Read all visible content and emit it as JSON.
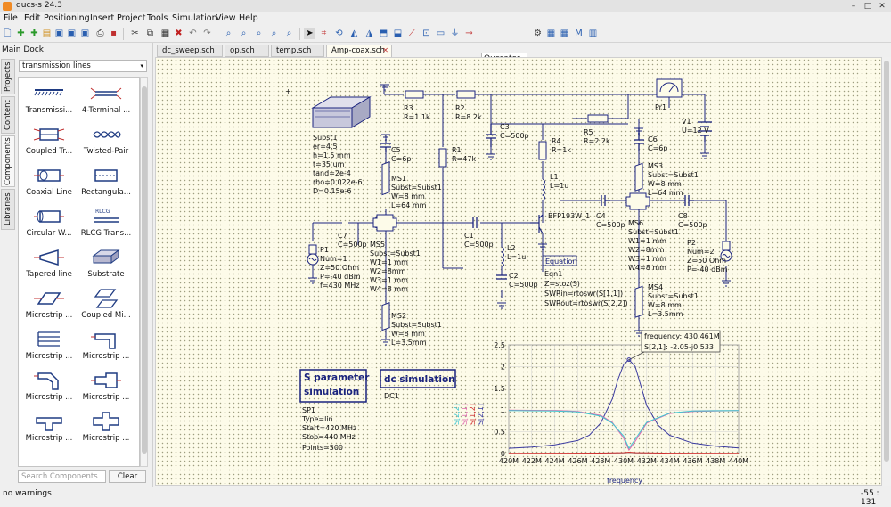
{
  "window": {
    "title": "qucs-s 24.3"
  },
  "menu": [
    "File",
    "Edit",
    "Positioning",
    "Insert",
    "Project",
    "Tools",
    "Simulation",
    "View",
    "Help"
  ],
  "toolbar": {
    "simulator": "Qucsator"
  },
  "dock": {
    "title": "Main Dock",
    "side_tabs": [
      "Projects",
      "Content",
      "Components",
      "Libraries"
    ],
    "category": "transmission lines",
    "components": [
      {
        "label": "Transmissi...",
        "icon": "transmission-line-icon"
      },
      {
        "label": "4-Terminal ...",
        "icon": "four-terminal-line-icon"
      },
      {
        "label": "Coupled Tr...",
        "icon": "coupled-transmission-line-icon"
      },
      {
        "label": "Twisted-Pair",
        "icon": "twisted-pair-icon"
      },
      {
        "label": "Coaxial Line",
        "icon": "coaxial-line-icon"
      },
      {
        "label": "Rectangula...",
        "icon": "rectangular-waveguide-icon"
      },
      {
        "label": "Circular W...",
        "icon": "circular-waveguide-icon"
      },
      {
        "label": "RLCG Trans...",
        "icon": "rlcg-transmission-icon"
      },
      {
        "label": "Tapered line",
        "icon": "tapered-line-icon"
      },
      {
        "label": "Substrate",
        "icon": "substrate-icon"
      },
      {
        "label": "Microstrip ...",
        "icon": "microstrip-line-icon"
      },
      {
        "label": "Coupled Mi...",
        "icon": "coupled-microstrip-icon"
      },
      {
        "label": "Microstrip ...",
        "icon": "microstrip-lange-icon"
      },
      {
        "label": "Microstrip ...",
        "icon": "microstrip-corner-icon"
      },
      {
        "label": "Microstrip ...",
        "icon": "microstrip-mitered-bend-icon"
      },
      {
        "label": "Microstrip ...",
        "icon": "microstrip-step-icon"
      },
      {
        "label": "Microstrip ...",
        "icon": "microstrip-tee-icon"
      },
      {
        "label": "Microstrip ...",
        "icon": "microstrip-cross-icon"
      }
    ],
    "search_placeholder": "Search Components",
    "clear_label": "Clear"
  },
  "tabs": [
    {
      "label": "dc_sweep.sch",
      "active": false
    },
    {
      "label": "op.sch",
      "active": false
    },
    {
      "label": "temp.sch",
      "active": false
    },
    {
      "label": "Amp-coax.sch",
      "active": true
    }
  ],
  "schematic": {
    "substrate": [
      "Subst1",
      "er=4.5",
      "h=1.5 mm",
      "t=35 um",
      "tand=2e-4",
      "rho=0.022e-6",
      "D=0.15e-6"
    ],
    "r3": [
      "R3",
      "R=1.1k"
    ],
    "r2": [
      "R2",
      "R=8.2k"
    ],
    "r1": [
      "R1",
      "R=47k"
    ],
    "c3": [
      "C3",
      "C=500p"
    ],
    "r4": [
      "R4",
      "R=1k"
    ],
    "r5": [
      "R5",
      "R=2.2k"
    ],
    "pr1": "Pr1",
    "v1": [
      "V1",
      "U=12 V"
    ],
    "c5": [
      "C5",
      "C=6p"
    ],
    "ms1": [
      "MS1",
      "Subst=Subst1",
      "W=8 mm",
      "L=64 mm"
    ],
    "c7": [
      "C7",
      "C=500p"
    ],
    "p1": [
      "P1",
      "Num=1",
      "Z=50 Ohm",
      "P=-40 dBm",
      "f=430 MHz"
    ],
    "ms5": [
      "MS5",
      "Subst=Subst1",
      "W1=1 mm",
      "W2=8mm",
      "W3=1 mm",
      "W4=8 mm"
    ],
    "ms2": [
      "MS2",
      "Subst=Subst1",
      "W=8 mm",
      "L=3.5mm"
    ],
    "c1": [
      "C1",
      "C=500p"
    ],
    "l2": [
      "L2",
      "L=1u"
    ],
    "c2": [
      "C2",
      "C=500p"
    ],
    "l1": [
      "L1",
      "L=1u"
    ],
    "transistor": "BFP193W_1",
    "c4": [
      "C4",
      "C=500p"
    ],
    "c6": [
      "C6",
      "C=6p"
    ],
    "ms3": [
      "MS3",
      "Subst=Subst1",
      "W=8 mm",
      "L=64 mm"
    ],
    "c8": [
      "C8",
      "C=500p"
    ],
    "ms6": [
      "MS6",
      "Subst=Subst1",
      "W1=1 mm",
      "W2=8mm",
      "W3=1 mm",
      "W4=8 mm"
    ],
    "p2": [
      "P2",
      "Num=2",
      "Z=50 Ohm",
      "P=-40 dBm"
    ],
    "ms4": [
      "MS4",
      "Subst=Subst1",
      "W=8 mm",
      "L=3.5mm"
    ],
    "equation": [
      "Equation",
      "Eqn1",
      "Z=stoz(S)",
      "SWRin=rtoswr(S[1,1])",
      "SWRout=rtoswr(S[2,2])"
    ],
    "sp_block": {
      "title": [
        "S parameter",
        "simulation"
      ],
      "lines": [
        "SP1",
        "Type=lin",
        "Start=420 MHz",
        "Stop=440 MHz",
        "Points=500"
      ]
    },
    "dc_block": {
      "title": "dc simulation",
      "lines": [
        "DC1"
      ]
    }
  },
  "chart_data": {
    "type": "line",
    "xlabel": "frequency",
    "ylabels": [
      "S[2,2]",
      "S[1,1]",
      "S[1,2]",
      "S[2,1]"
    ],
    "xlim": [
      420,
      440
    ],
    "ylim": [
      0,
      2.5
    ],
    "x_ticks": [
      "420M",
      "422M",
      "424M",
      "426M",
      "428M",
      "430M",
      "432M",
      "434M",
      "436M",
      "438M",
      "440M"
    ],
    "y_ticks": [
      "0",
      "0.5",
      "1",
      "1.5",
      "2",
      "2.5"
    ],
    "series": [
      {
        "name": "S[2,1]",
        "color": "#3a3aa0",
        "x": [
          420,
          422,
          424,
          426,
          427,
          428,
          429,
          429.5,
          430,
          430.46,
          431,
          431.5,
          432,
          433,
          434,
          436,
          438,
          440
        ],
        "y": [
          0.12,
          0.15,
          0.2,
          0.3,
          0.42,
          0.7,
          1.25,
          1.7,
          2.05,
          2.16,
          2.0,
          1.55,
          1.1,
          0.65,
          0.42,
          0.24,
          0.17,
          0.13
        ]
      },
      {
        "name": "S[1,1]",
        "color": "#e06ab0",
        "x": [
          420,
          424,
          426,
          428,
          429,
          430,
          430.46,
          431,
          432,
          434,
          436,
          440
        ],
        "y": [
          1.0,
          0.99,
          0.97,
          0.88,
          0.72,
          0.35,
          0.08,
          0.28,
          0.7,
          0.92,
          0.97,
          0.99
        ]
      },
      {
        "name": "S[2,2]",
        "color": "#3ec7d2",
        "x": [
          420,
          424,
          426,
          428,
          429,
          430,
          430.46,
          431,
          432,
          434,
          436,
          440
        ],
        "y": [
          0.99,
          0.98,
          0.96,
          0.86,
          0.7,
          0.4,
          0.12,
          0.33,
          0.72,
          0.93,
          0.98,
          0.99
        ]
      },
      {
        "name": "S[1,2]",
        "color": "#d03030",
        "x": [
          420,
          428,
          430,
          430.46,
          431,
          434,
          440
        ],
        "y": [
          0.005,
          0.01,
          0.02,
          0.03,
          0.02,
          0.008,
          0.004
        ]
      }
    ],
    "marker": {
      "frequency": "frequency: 430.461M",
      "value": "S[2,1]: -2.05-j0.533",
      "x": 430.46,
      "y": 2.16
    }
  },
  "status": {
    "left": "no warnings",
    "right": "-55 : 131"
  }
}
